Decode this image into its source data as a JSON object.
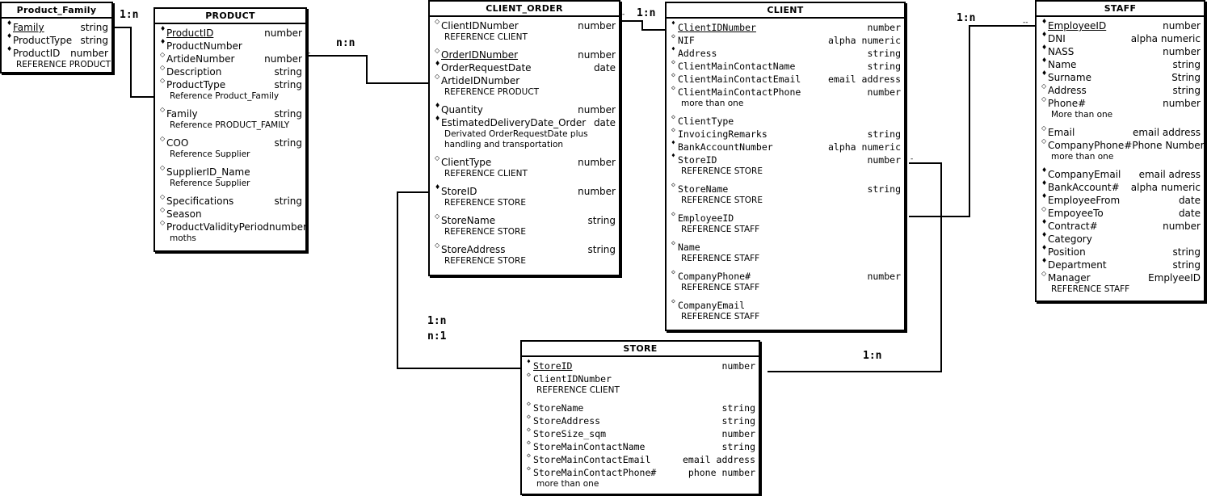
{
  "entities": {
    "product_family": {
      "title": "Product_Family",
      "attributes": [
        {
          "marker": "♦",
          "name": "Family",
          "type": "string",
          "key": true
        },
        {
          "marker": "♦",
          "name": "ProductType",
          "type": "string"
        },
        {
          "marker": "♦",
          "name": "ProductID",
          "type": "number",
          "notes": [
            "REFERENCE PRODUCT"
          ]
        }
      ]
    },
    "product": {
      "title": "PRODUCT",
      "attributes": [
        {
          "marker": "♦",
          "name": "ProductID",
          "type": "number",
          "key": true
        },
        {
          "marker": "♦",
          "name": "ProductNumber",
          "type": ""
        },
        {
          "marker": "◇",
          "name": "ArtideNumber",
          "type": "number"
        },
        {
          "marker": "◇",
          "name": "Description",
          "type": "string"
        },
        {
          "marker": "◇",
          "name": "ProductType",
          "type": "string",
          "notes": [
            "Reference Product_Family"
          ]
        },
        {
          "gap": true
        },
        {
          "marker": "◇",
          "name": "Family",
          "type": "string",
          "notes": [
            "Reference PRODUCT_FAMILY"
          ]
        },
        {
          "gap": true
        },
        {
          "marker": "◇",
          "name": "COO",
          "type": "string",
          "notes": [
            "Reference Supplier"
          ]
        },
        {
          "gap": true
        },
        {
          "marker": "◇",
          "name": "SupplierID_Name",
          "type": "",
          "notes": [
            "Reference Supplier"
          ]
        },
        {
          "gap": true
        },
        {
          "marker": "◇",
          "name": "Specifications",
          "type": "string"
        },
        {
          "marker": "◇",
          "name": "Season",
          "type": ""
        },
        {
          "marker": "◇",
          "name": "ProductValidityPeriod",
          "type": "number",
          "notes": [
            "moths"
          ]
        }
      ]
    },
    "client_order": {
      "title": "CLIENT_ORDER",
      "attributes": [
        {
          "marker": "◇",
          "name": "ClientIDNumber",
          "type": "number",
          "notes": [
            "REFERENCE CLIENT"
          ]
        },
        {
          "gap": true
        },
        {
          "marker": "◇",
          "name": "OrderIDNumber",
          "type": "number",
          "key": true
        },
        {
          "marker": "♦",
          "name": "OrderRequestDate",
          "type": "date"
        },
        {
          "marker": "◇",
          "name": "ArtideIDNumber",
          "type": "",
          "notes": [
            "REFERENCE PRODUCT"
          ]
        },
        {
          "gap": true
        },
        {
          "marker": "♦",
          "name": "Quantity",
          "type": "number"
        },
        {
          "marker": "♦",
          "name": "EstimatedDeliveryDate_Order",
          "type": "date",
          "notes": [
            "Derivated OrderRequestDate plus",
            "handling and transportation"
          ]
        },
        {
          "gap": true
        },
        {
          "marker": "◇",
          "name": "ClientType",
          "type": "number",
          "notes": [
            "REFERENCE CLIENT"
          ]
        },
        {
          "gap": true
        },
        {
          "marker": "♦",
          "name": "StoreID",
          "type": "number",
          "notes": [
            "REFERENCE STORE"
          ]
        },
        {
          "gap": true
        },
        {
          "marker": "◇",
          "name": "StoreName",
          "type": "string",
          "notes": [
            "REFERENCE STORE"
          ]
        },
        {
          "gap": true
        },
        {
          "marker": "◇",
          "name": "StoreAddress",
          "type": "string",
          "notes": [
            "REFERENCE STORE"
          ]
        }
      ]
    },
    "client": {
      "title": "CLIENT",
      "attributes": [
        {
          "marker": "♦",
          "name": "ClientIDNumber",
          "type": "number",
          "key": true
        },
        {
          "marker": "◇",
          "name": "NIF",
          "type": "alpha numeric"
        },
        {
          "marker": "♦",
          "name": "Address",
          "type": "string"
        },
        {
          "marker": "◇",
          "name": "ClientMainContactName",
          "type": "string"
        },
        {
          "marker": "◇",
          "name": "ClientMainContactEmail",
          "type": "email address"
        },
        {
          "marker": "◇",
          "name": "ClientMainContactPhone",
          "type": "number",
          "notes": [
            "more than one"
          ]
        },
        {
          "gap": true
        },
        {
          "marker": "◇",
          "name": "ClientType",
          "type": ""
        },
        {
          "marker": "◇",
          "name": "InvoicingRemarks",
          "type": "string"
        },
        {
          "marker": "♦",
          "name": "BankAccountNumber",
          "type": "alpha numeric"
        },
        {
          "marker": "♦",
          "name": "StoreID",
          "type": "number",
          "notes": [
            "REFERENCE STORE"
          ]
        },
        {
          "gap": true
        },
        {
          "marker": "◇",
          "name": "StoreName",
          "type": "string",
          "notes": [
            "REFERENCE STORE"
          ]
        },
        {
          "gap": true
        },
        {
          "marker": "◇",
          "name": "EmployeeID",
          "type": "",
          "notes": [
            "REFERENCE STAFF"
          ]
        },
        {
          "gap": true
        },
        {
          "marker": "◇",
          "name": "Name",
          "type": "",
          "notes": [
            "REFERENCE STAFF"
          ]
        },
        {
          "gap": true
        },
        {
          "marker": "◇",
          "name": "CompanyPhone#",
          "type": "number",
          "notes": [
            "REFERENCE STAFF"
          ]
        },
        {
          "gap": true
        },
        {
          "marker": "◇",
          "name": "CompanyEmail",
          "type": "",
          "notes": [
            "REFERENCE STAFF"
          ]
        }
      ]
    },
    "staff": {
      "title": "STAFF",
      "attributes": [
        {
          "marker": "♦",
          "name": "EmployeeID",
          "type": "number",
          "key": true
        },
        {
          "marker": "♦",
          "name": "DNI",
          "type": "alpha numeric"
        },
        {
          "marker": "♦",
          "name": "NASS",
          "type": "number"
        },
        {
          "marker": "♦",
          "name": "Name",
          "type": "string"
        },
        {
          "marker": "♦",
          "name": "Surname",
          "type": "String"
        },
        {
          "marker": "◇",
          "name": "Address",
          "type": "string"
        },
        {
          "marker": "◇",
          "name": "Phone#",
          "type": "number",
          "notes": [
            "More than one"
          ]
        },
        {
          "gap": true
        },
        {
          "marker": "◇",
          "name": "Email",
          "type": "email address"
        },
        {
          "marker": "◇",
          "name": "CompanyPhone#",
          "type": "Phone Number",
          "notes": [
            "more than one"
          ]
        },
        {
          "gap": true
        },
        {
          "marker": "♦",
          "name": "CompanyEmail",
          "type": "email adress"
        },
        {
          "marker": "♦",
          "name": "BankAccount#",
          "type": "alpha numeric"
        },
        {
          "marker": "♦",
          "name": "EmployeeFrom",
          "type": "date"
        },
        {
          "marker": "◇",
          "name": "EmpoyeeTo",
          "type": "date"
        },
        {
          "marker": "♦",
          "name": "Contract#",
          "type": "number"
        },
        {
          "marker": "♦",
          "name": "Category",
          "type": ""
        },
        {
          "marker": "♦",
          "name": "Position",
          "type": "string"
        },
        {
          "marker": "♦",
          "name": "Department",
          "type": "string"
        },
        {
          "marker": "◇",
          "name": "Manager",
          "type": "EmplyeeID",
          "notes": [
            "REFERENCE STAFF"
          ]
        }
      ]
    },
    "store": {
      "title": "STORE",
      "attributes": [
        {
          "marker": "♦",
          "name": "StoreID",
          "type": "number",
          "key": true
        },
        {
          "marker": "◇",
          "name": "ClientIDNumber",
          "type": "",
          "notes": [
            "REFERENCE CLIENT"
          ]
        },
        {
          "gap": true
        },
        {
          "marker": "◇",
          "name": "StoreName",
          "type": "string"
        },
        {
          "marker": "◇",
          "name": "StoreAddress",
          "type": "string"
        },
        {
          "marker": "◇",
          "name": "StoreSize_sqm",
          "type": "number"
        },
        {
          "marker": "◇",
          "name": "StoreMainContactName",
          "type": "string"
        },
        {
          "marker": "◇",
          "name": "StoreMainContactEmail",
          "type": "email address"
        },
        {
          "marker": "◇",
          "name": "StoreMainContactPhone#",
          "type": "phone number",
          "notes": [
            "more than one"
          ]
        }
      ]
    }
  },
  "cardinalities": {
    "family_product": "1:n",
    "product_order": "n:n",
    "order_client": "1:n",
    "client_staff": "1:n",
    "order_store_a": "1:n",
    "order_store_b": "n:1",
    "client_store": "1:n"
  }
}
